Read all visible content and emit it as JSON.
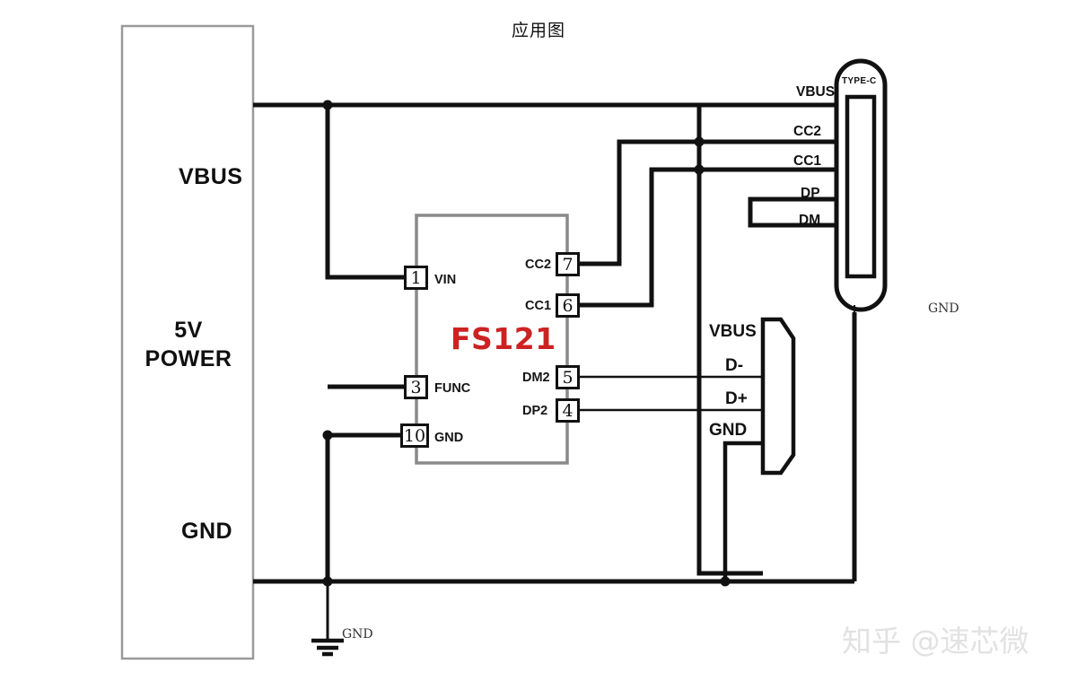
{
  "title": "应用图",
  "colors": {
    "wire": "#111111",
    "chip_outline": "#808080",
    "chip_name": "#cc2222",
    "watermark": "#e2e2e2",
    "background": "#ffffff"
  },
  "power_source": {
    "name": "5v-power-block",
    "top_label": "VBUS",
    "center_label": "5V\nPOWER",
    "center_line1": "5V",
    "center_line2": "POWER",
    "bottom_label": "GND"
  },
  "chip": {
    "name": "FS121",
    "pins_left": [
      {
        "number": "1",
        "label": "VIN"
      },
      {
        "number": "3",
        "label": "FUNC"
      },
      {
        "number": "10",
        "label": "GND"
      }
    ],
    "pins_right": [
      {
        "number": "7",
        "label": "CC2"
      },
      {
        "number": "6",
        "label": "CC1"
      },
      {
        "number": "5",
        "label": "DM2"
      },
      {
        "number": "4",
        "label": "DP2"
      }
    ]
  },
  "type_c_connector": {
    "name": "TYPE-C",
    "pins": [
      "VBUS",
      "CC2",
      "CC1",
      "DP",
      "DM"
    ],
    "shield_label": "GND"
  },
  "usb_a_connector": {
    "pins": [
      "VBUS",
      "D-",
      "D+",
      "GND"
    ]
  },
  "ground_symbol": {
    "label": "GND"
  },
  "watermark": {
    "text": "知乎 @速芯微"
  }
}
